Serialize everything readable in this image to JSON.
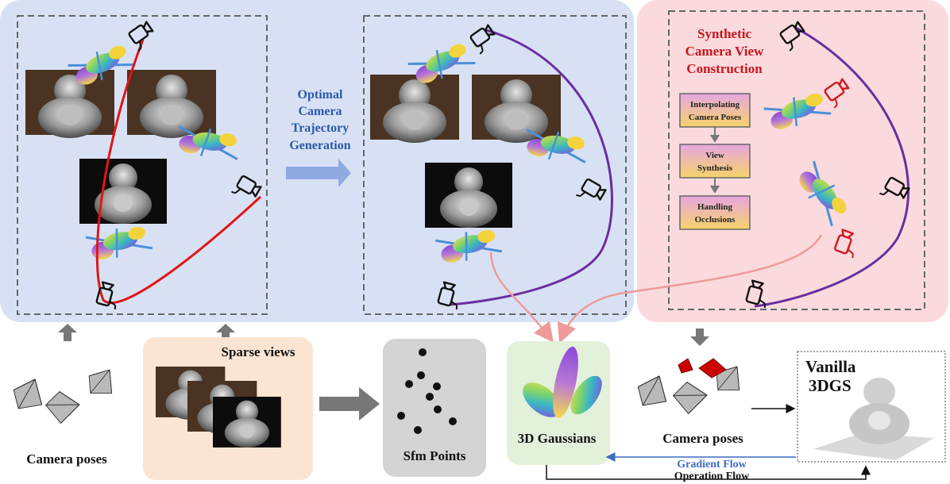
{
  "panels": {
    "trajectory_arrow_label": [
      "Optimal",
      "Camera",
      "Trajectory",
      "Generation"
    ],
    "synthetic_title": [
      "Synthetic",
      "Camera View",
      "Construction"
    ],
    "steps": [
      [
        "Interpolating",
        "Camera Poses"
      ],
      [
        "View",
        "Synthesis"
      ],
      [
        "Handling",
        "Occlusions"
      ]
    ]
  },
  "bottom": {
    "camera_poses_left": "Camera poses",
    "sparse_views": "Sparse views",
    "sfm_points": "Sfm Points",
    "gaussians": "3D Gaussians",
    "camera_poses_right": "Camera poses",
    "vanilla": [
      "Vanilla",
      "3DGS"
    ],
    "gradient_flow": "Gradient Flow",
    "operation_flow": "Operation Flow"
  },
  "colors": {
    "blue_panel": "#d8e1f4",
    "pink_panel": "#fadadd",
    "sparse_box": "#fbe5d2",
    "sfm_box": "#d4d4d4",
    "gauss_box": "#e4f1da",
    "red_curve": "#e01515",
    "purple_curve": "#6a2ea0",
    "pink_arrow": "#ef9a9a"
  }
}
